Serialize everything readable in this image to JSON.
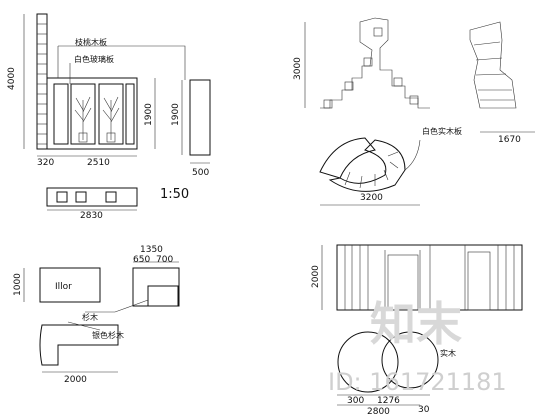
{
  "scale": "1:50",
  "top_left": {
    "dims": {
      "height_total": "4000",
      "height_cab": "1900",
      "width_left": "320",
      "width_main": "2510",
      "side_height": "1900",
      "side_width": "500"
    },
    "labels": {
      "panel": "枝桃木板",
      "glass": "白色玻璃板"
    }
  },
  "plan_left": {
    "width": "2830"
  },
  "top_right": {
    "dims": {
      "height": "3000",
      "width": "1670",
      "plan_width": "3200"
    },
    "labels": {
      "panel": "白色实木板"
    }
  },
  "bottom_left": {
    "dims": {
      "total": "1350",
      "a": "650",
      "b": "700",
      "height": "1000",
      "bottom": "2000"
    },
    "labels": {
      "brand": "Illor",
      "wood1": "杉木",
      "wood2": "银色杉木"
    }
  },
  "bottom_right": {
    "dims": {
      "height": "2000",
      "w1": "300",
      "w2": "1276",
      "total": "2800",
      "extra": "30"
    },
    "labels": {
      "panel": "实木"
    }
  },
  "watermark": {
    "brand": "知末",
    "id": "ID: 161721181"
  }
}
